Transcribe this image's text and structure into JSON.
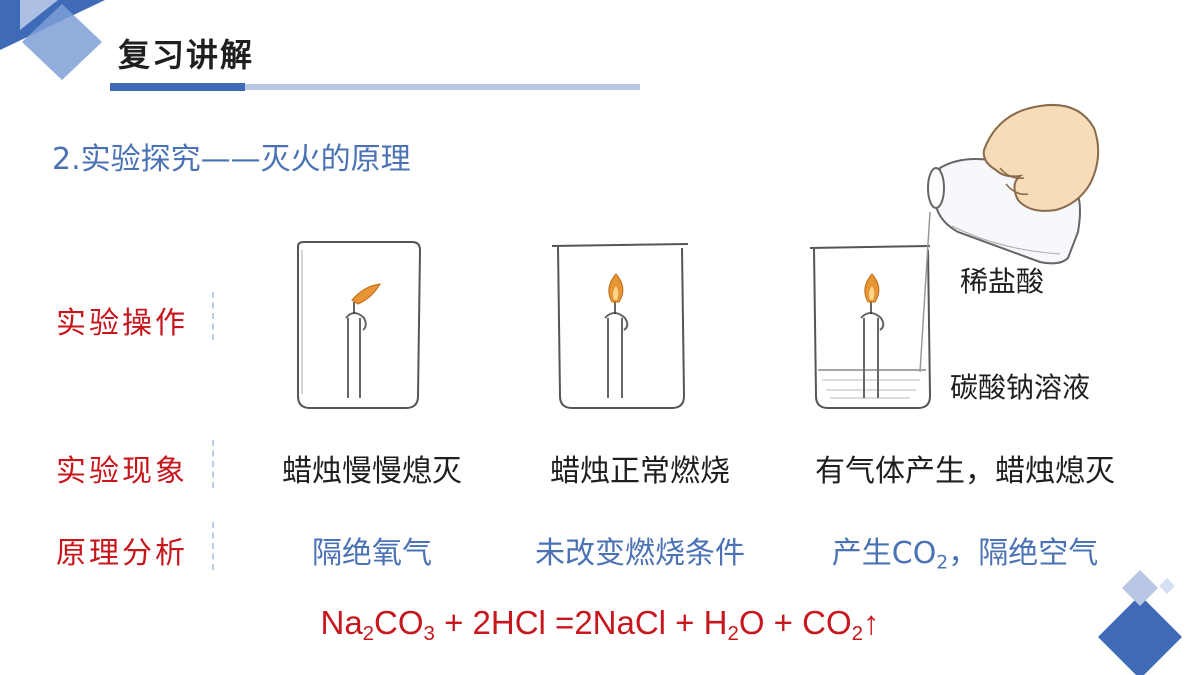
{
  "header": {
    "title": "复习讲解"
  },
  "section": {
    "title": "2.实验探究——灭火的原理"
  },
  "rows": {
    "operation_label": "实验操作",
    "observation_label": "实验现象",
    "analysis_label": "原理分析"
  },
  "experiments": [
    {
      "observation": "蜡烛慢慢熄灭",
      "analysis": "隔绝氧气"
    },
    {
      "observation": "蜡烛正常燃烧",
      "analysis": "未改变燃烧条件"
    },
    {
      "observation": "有气体产生，蜡烛熄灭",
      "analysis_pre": "产生CO",
      "analysis_sub": "2",
      "analysis_post": "，隔绝空气"
    }
  ],
  "labels": {
    "acid": "稀盐酸",
    "solution": "碳酸钠溶液"
  },
  "equation": {
    "p1": "Na",
    "s1": "2",
    "p2": "CO",
    "s2": "3",
    "p3": " + 2HCl =2NaCl + H",
    "s3": "2",
    "p4": "O + CO",
    "s4": "2",
    "p5": "↑"
  },
  "colors": {
    "accent_blue": "#4a72b5",
    "accent_red": "#c8161d",
    "bar_dark": "#3e6ab8",
    "bar_light": "#b8c8e4"
  }
}
